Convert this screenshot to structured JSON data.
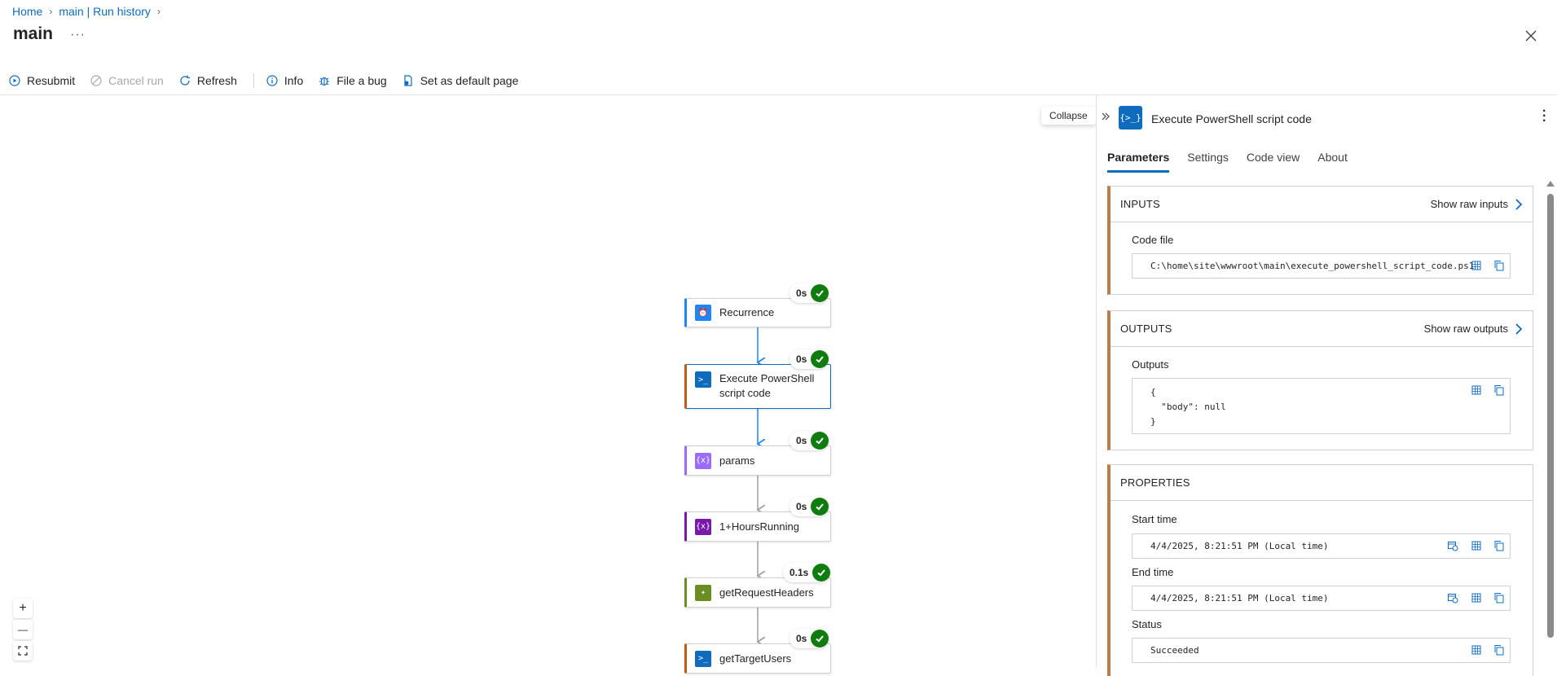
{
  "breadcrumb": {
    "home": "Home",
    "run_history": "main | Run history"
  },
  "page": {
    "title": "main",
    "more": "···"
  },
  "toolbar": {
    "resubmit": "Resubmit",
    "cancel_run": "Cancel run",
    "refresh": "Refresh",
    "info": "Info",
    "file_bug": "File a bug",
    "set_default": "Set as default page"
  },
  "canvas": {
    "collapse_tooltip": "Collapse",
    "zoom_in": "+",
    "zoom_out": "—",
    "nodes": [
      {
        "label": "Recurrence",
        "duration": "0s",
        "icon": "clock-icon",
        "color": "#1f85ff",
        "accent": "#1f85ff"
      },
      {
        "label": "Execute PowerShell script code",
        "duration": "0s",
        "icon": "powershell-icon",
        "color": "#0f6cbd",
        "accent": "#c05a15"
      },
      {
        "label": "params",
        "duration": "0s",
        "icon": "variable-icon",
        "color": "#9a6bff",
        "accent": "#9a6bff"
      },
      {
        "label": "1+HoursRunning",
        "duration": "0s",
        "icon": "variable-icon",
        "color": "#7719aa",
        "accent": "#7719aa"
      },
      {
        "label": "getRequestHeaders",
        "duration": "0.1s",
        "icon": "bulb-icon",
        "color": "#6b8e23",
        "accent": "#6b8e23"
      },
      {
        "label": "getTargetUsers",
        "duration": "0s",
        "icon": "powershell-icon",
        "color": "#0f6cbd",
        "accent": "#c05a15"
      }
    ],
    "status_color": "#107c10"
  },
  "panel": {
    "title": "Execute PowerShell script code",
    "icon_glyph": "{>_}",
    "tabs": [
      "Parameters",
      "Settings",
      "Code view",
      "About"
    ],
    "active_tab": "Parameters",
    "inputs": {
      "heading": "INPUTS",
      "raw_link": "Show raw inputs",
      "code_file_label": "Code file",
      "code_file_value": "C:\\home\\site\\wwwroot\\main\\execute_powershell_script_code.ps1"
    },
    "outputs": {
      "heading": "OUTPUTS",
      "raw_link": "Show raw outputs",
      "outputs_label": "Outputs",
      "line1": "{",
      "line2": "  \"body\": null",
      "line3": "}"
    },
    "properties": {
      "heading": "PROPERTIES",
      "start_label": "Start time",
      "start_value": "4/4/2025, 8:21:51 PM (Local time)",
      "end_label": "End time",
      "end_value": "4/4/2025, 8:21:51 PM (Local time)",
      "status_label": "Status",
      "status_value": "Succeeded"
    },
    "accent": "#0f6cbd",
    "section_border": "#b97d4b"
  }
}
